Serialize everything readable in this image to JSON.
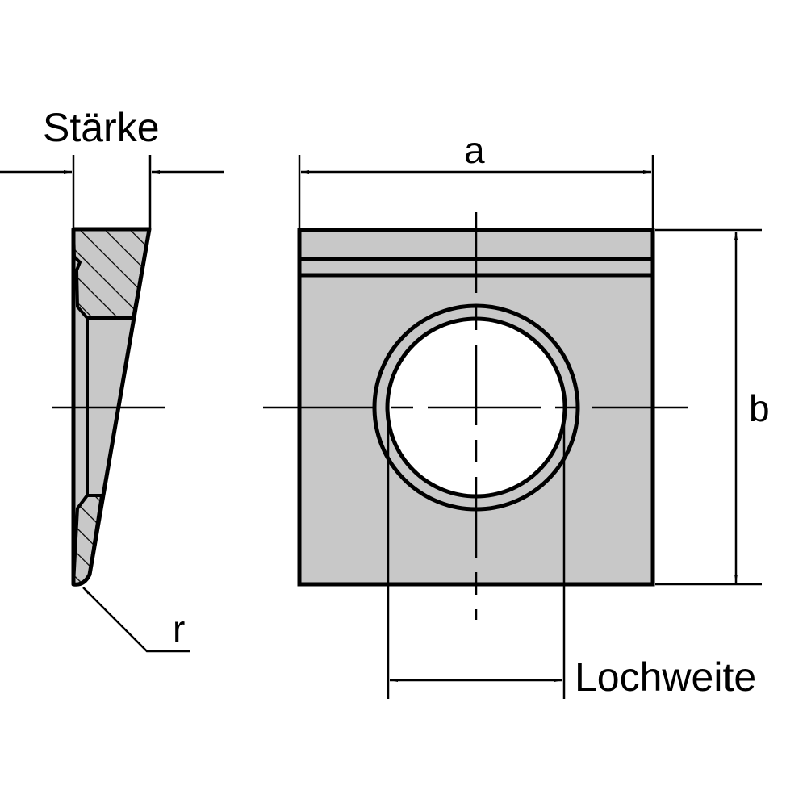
{
  "labels": {
    "thickness": "Stärke",
    "width": "a",
    "height": "b",
    "radius": "r",
    "hole_width": "Lochweite"
  },
  "colors": {
    "fill": "#c8c8c8",
    "line": "#000000",
    "background": "#ffffff"
  }
}
